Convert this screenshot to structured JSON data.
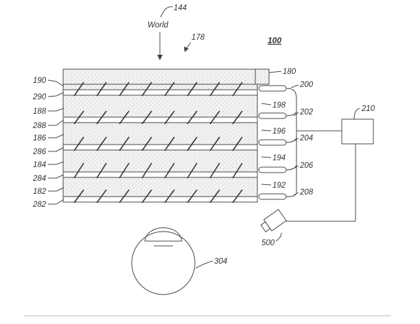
{
  "figure": {
    "title_ref": "100",
    "world_text": "World",
    "world_ref": "144",
    "arrow_ref": "178",
    "cover_ref": "180",
    "controller_ref": "210",
    "camera_ref": "500",
    "eye_ref": "304",
    "left_labels": [
      "190",
      "290",
      "188",
      "288",
      "186",
      "286",
      "184",
      "284",
      "182",
      "282"
    ],
    "injector_labels": [
      "200",
      "202",
      "204",
      "206",
      "208"
    ],
    "lens_labels": [
      "198",
      "196",
      "194",
      "192"
    ]
  },
  "colors": {
    "line": "#444444",
    "text": "#333333",
    "background": "#ffffff"
  }
}
